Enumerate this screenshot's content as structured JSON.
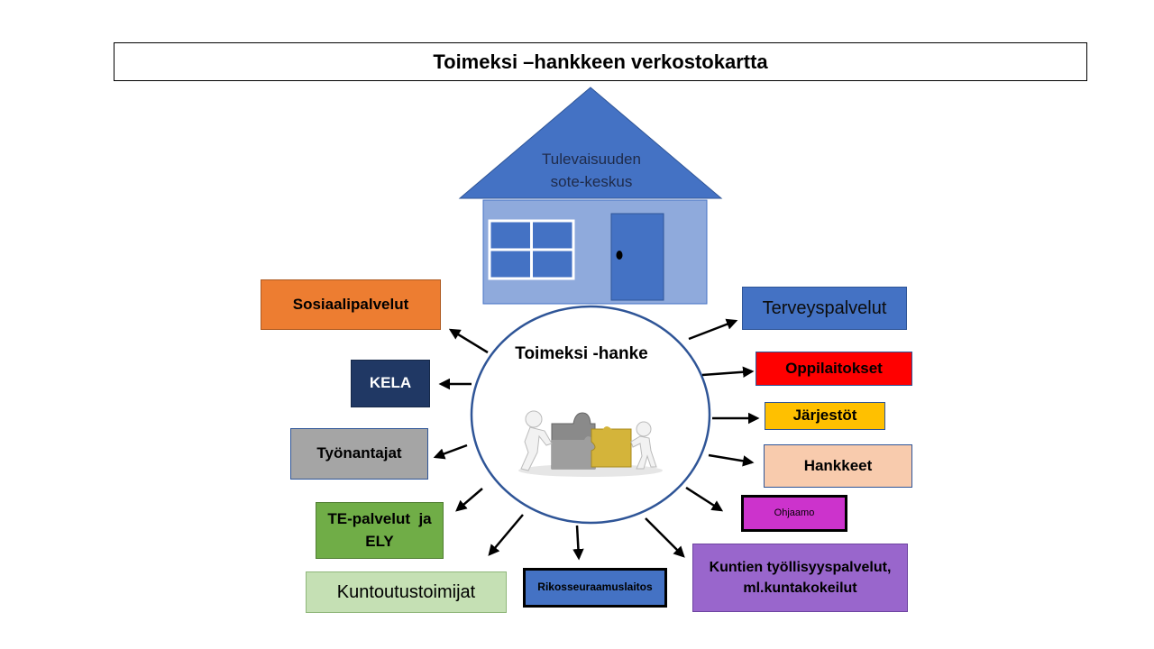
{
  "title": "Toimeksi –hankkeen verkostokartta",
  "house": {
    "label_line1": "Tulevaisuuden",
    "label_line2": "sote-keskus"
  },
  "center": {
    "label": "Toimeksi -hanke",
    "image_icon": "puzzle-people-icon"
  },
  "nodes": {
    "sosiaalipalvelut": "Sosiaalipalvelut",
    "kela": "KELA",
    "tyonantajat": "Työnantajat",
    "te_palvelut_line1": "TE-palvelut  ja",
    "te_palvelut_line2": "ELY",
    "kuntoutustoimijat": "Kuntoutustoimijat",
    "rikosseuraamuslaitos": "Rikosseuraamuslaitos",
    "kuntien_line1": "Kuntien työllisyyspalvelut,",
    "kuntien_line2": "ml.kuntakokeilut",
    "terveyspalvelut": "Terveyspalvelut",
    "oppilaitokset": "Oppilaitokset",
    "jarjestot": "Järjestöt",
    "hankkeet": "Hankkeet",
    "ohjaamo": "Ohjaamo"
  },
  "colors": {
    "sosiaalipalvelut": "#ED7D31",
    "kela": "#203864",
    "tyonantajat": "#A5A5A5",
    "te_palvelut": "#70AD47",
    "kuntoutustoimijat": "#C5E0B4",
    "rikosseuraamuslaitos": "#4472C4",
    "kuntien": "#9966CC",
    "terveyspalvelut": "#4472C4",
    "oppilaitokset": "#FF0000",
    "jarjestot": "#FFC000",
    "hankkeet": "#F8CBAD",
    "ohjaamo": "#CC33CC",
    "house_roof": "#4472C4",
    "house_wall": "#8FAADC",
    "center_ring": "#2F5597"
  }
}
